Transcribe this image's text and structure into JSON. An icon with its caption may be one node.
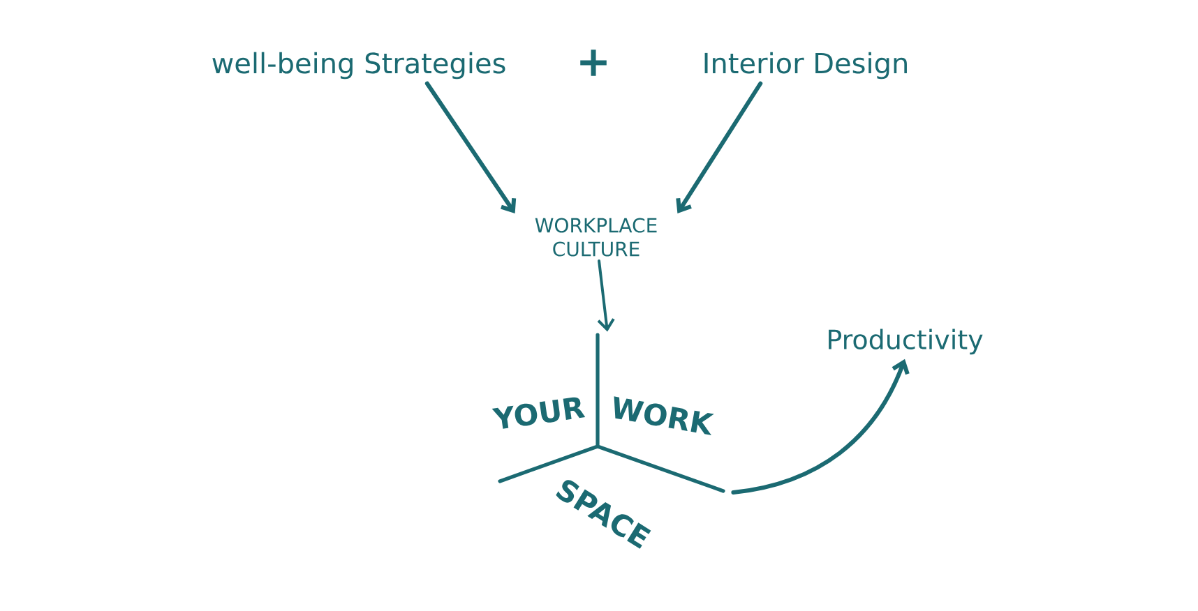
{
  "diagram": {
    "nodes": [
      {
        "text": [
          "well-being Strategies"
        ]
      },
      {
        "text": [
          "Interior Design"
        ]
      },
      {
        "text": [
          "WORKPLACE CULTURE"
        ]
      },
      {
        "text": [
          "YOUR",
          "WORK",
          "SPACE"
        ]
      },
      {
        "text": [
          "Productivity"
        ]
      }
    ],
    "edges": [
      {
        "from": 0,
        "to": 2,
        "arrow": "to"
      },
      {
        "from": 1,
        "to": 2,
        "arrow": "to"
      },
      {
        "from": 2,
        "to": 3,
        "arrow": "to"
      },
      {
        "from": 3,
        "to": 4,
        "arrow": "to"
      }
    ],
    "labels": [
      "+"
    ]
  }
}
